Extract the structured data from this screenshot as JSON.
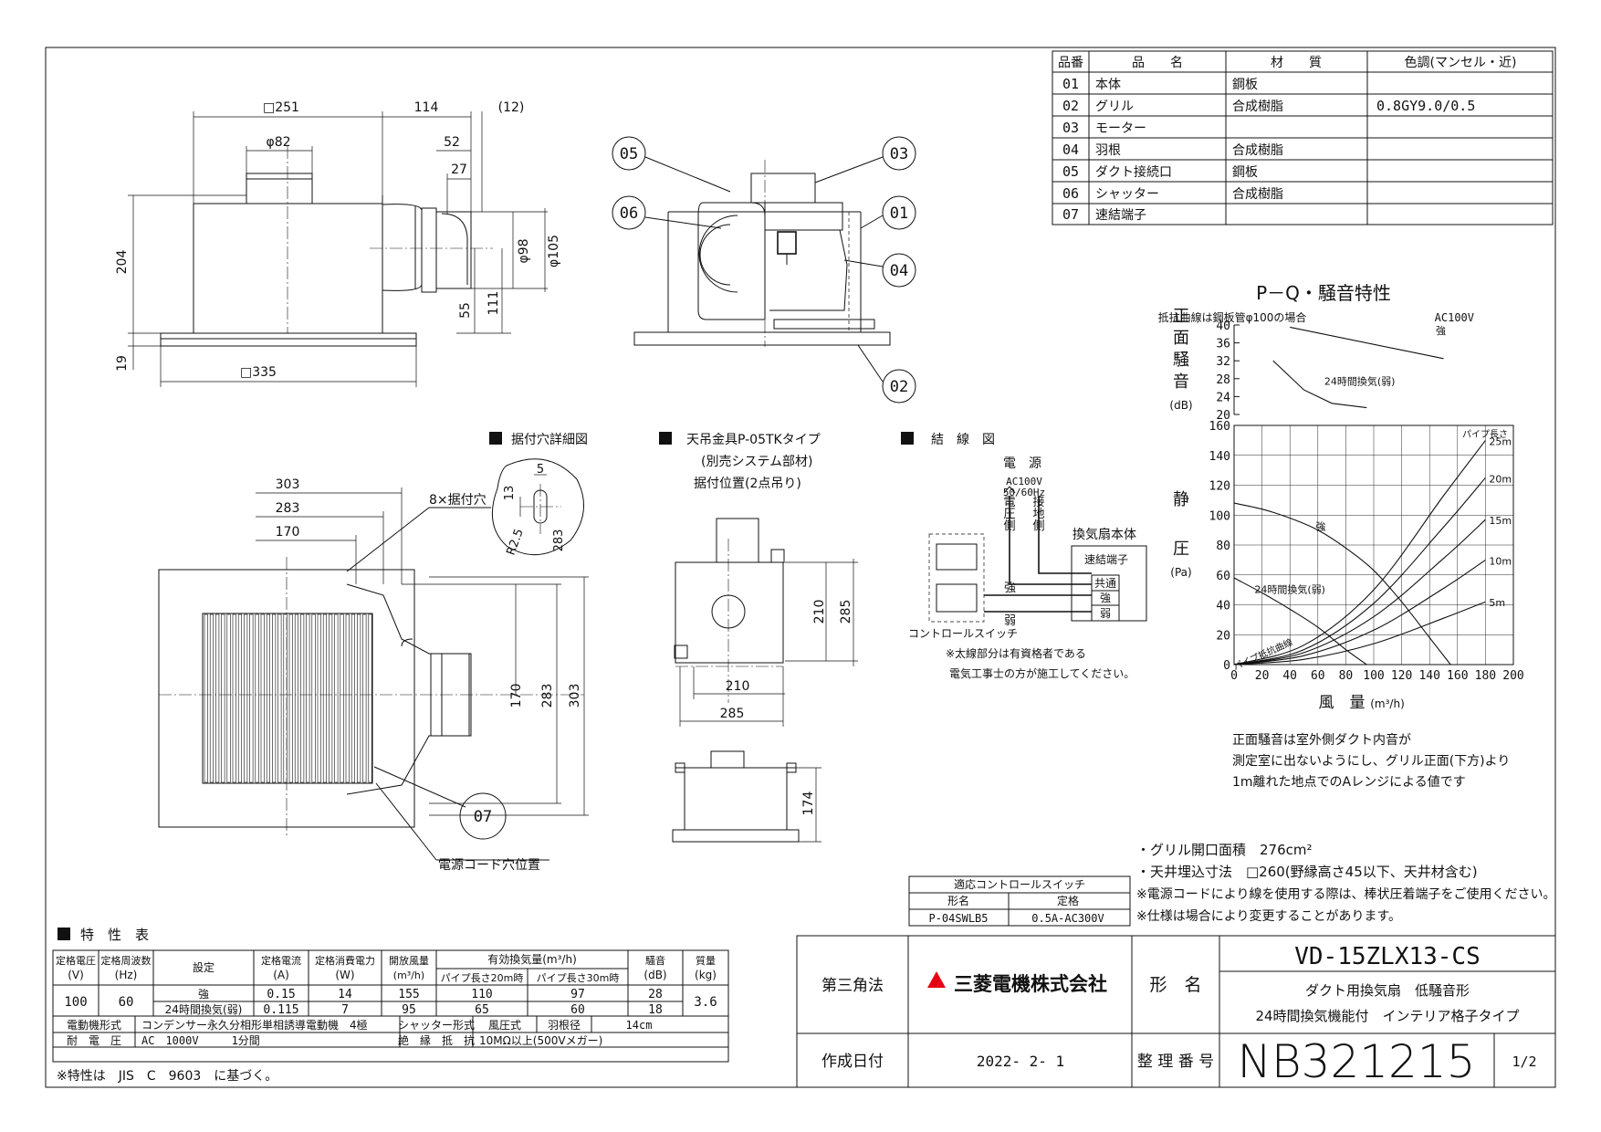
{
  "parts_table": {
    "headers": [
      "品番",
      "品　　名",
      "材　　質",
      "色調(マンセル・近)"
    ],
    "rows": [
      [
        "01",
        "本体",
        "鋼板",
        ""
      ],
      [
        "02",
        "グリル",
        "合成樹脂",
        "0.8GY9.0/0.5"
      ],
      [
        "03",
        "モーター",
        "",
        ""
      ],
      [
        "04",
        "羽根",
        "合成樹脂",
        ""
      ],
      [
        "05",
        "ダクト接続口",
        "鋼板",
        ""
      ],
      [
        "06",
        "シャッター",
        "合成樹脂",
        ""
      ],
      [
        "07",
        "速結端子",
        "",
        ""
      ]
    ]
  },
  "front_view": {
    "dims": [
      "□251",
      "114",
      "(12)",
      "φ82",
      "52",
      "27",
      "φ98",
      "φ105",
      "204",
      "55",
      "111",
      "19",
      "□335"
    ]
  },
  "section_view": {
    "callouts": [
      "05",
      "06",
      "03",
      "01",
      "04",
      "02"
    ]
  },
  "plan_view": {
    "dims": [
      "303",
      "283",
      "170",
      "170",
      "283",
      "303"
    ],
    "labels": [
      "8×据付穴",
      "電源コード穴位置"
    ],
    "callout": "07"
  },
  "mount_hole_detail": {
    "title": "据付穴詳細図",
    "dims": [
      "5",
      "13",
      "R2.5",
      "283"
    ]
  },
  "hanger": {
    "title": "天吊金具P-05TKタイプ",
    "subtitle": "(別売システム部材)",
    "note": "据付位置(2点吊り)",
    "dims": [
      "210",
      "285",
      "210",
      "285",
      "174"
    ]
  },
  "wiring": {
    "title": "結　線　図",
    "power": "電　源",
    "spec1": "AC100V",
    "spec2": "50/60Hz",
    "voltage_side": "電圧側",
    "ground_side": "接地側",
    "fan_body": "換気扇本体",
    "terminal": "速結端子",
    "common": "共通",
    "strong": "強",
    "weak": "弱",
    "strong_line": "強",
    "weak_line": "弱",
    "switch": "コントロールスイッチ",
    "note1": "※太線部分は有資格者である",
    "note2": "電気工事士の方が施工してください。"
  },
  "chart_titles": {
    "pq": "P－Q・騒音特性",
    "curve_note": "抵抗曲線は鋼板管φ100の場合",
    "ac": "AC100V",
    "noise_ylabel": [
      "正",
      "面",
      "騒",
      "音"
    ],
    "noise_unit": "(dB)",
    "sp_ylabel": [
      "静",
      "圧"
    ],
    "sp_unit": "(Pa)",
    "xlabel": "風　量",
    "xunit": "(m³/h)",
    "pipe_len": "パイプ長さ",
    "pipe_curve": "パイプ抵抗曲線"
  },
  "chart_data": [
    {
      "type": "line",
      "title": "P－Q・騒音特性",
      "ylabel": "正面騒音 (dB)",
      "ylim": [
        20,
        40
      ],
      "yticks": [
        20,
        24,
        28,
        32,
        36,
        40
      ],
      "xlim": [
        0,
        200
      ],
      "grid": false,
      "series": [
        {
          "name": "強",
          "x": [
            40,
            150
          ],
          "y": [
            39.5,
            32.5
          ]
        },
        {
          "name": "24時間換気(弱)",
          "x": [
            28,
            50,
            70,
            95
          ],
          "y": [
            32,
            25.5,
            22.5,
            21.5
          ]
        }
      ]
    },
    {
      "type": "line",
      "ylabel": "静圧 (Pa)",
      "xlabel": "風量 (m³/h)",
      "xlim": [
        0,
        200
      ],
      "ylim": [
        0,
        160
      ],
      "xticks": [
        0,
        20,
        40,
        60,
        80,
        100,
        120,
        140,
        160,
        180,
        200
      ],
      "yticks": [
        0,
        20,
        40,
        60,
        80,
        100,
        120,
        140,
        160
      ],
      "grid": true,
      "series": [
        {
          "name": "強",
          "x": [
            0,
            20,
            40,
            60,
            80,
            100,
            120,
            140,
            155
          ],
          "y": [
            108,
            104,
            98,
            90,
            78,
            63,
            42,
            18,
            0
          ]
        },
        {
          "name": "24時間換気(弱)",
          "x": [
            0,
            20,
            40,
            60,
            80,
            95
          ],
          "y": [
            58,
            48,
            37,
            25,
            10,
            0
          ]
        },
        {
          "name": "25m",
          "x": [
            0,
            50,
            100,
            150,
            180
          ],
          "y": [
            0,
            13,
            50,
            113,
            150
          ]
        },
        {
          "name": "20m",
          "x": [
            0,
            50,
            100,
            150,
            180
          ],
          "y": [
            0,
            10,
            41,
            92,
            125
          ]
        },
        {
          "name": "15m",
          "x": [
            0,
            50,
            100,
            150,
            180
          ],
          "y": [
            0,
            8,
            32,
            71,
            97
          ]
        },
        {
          "name": "10m",
          "x": [
            0,
            50,
            100,
            150,
            180
          ],
          "y": [
            0,
            6,
            23,
            51,
            70
          ]
        },
        {
          "name": "5m",
          "x": [
            0,
            50,
            100,
            150,
            180
          ],
          "y": [
            0,
            3.5,
            14,
            31,
            42
          ]
        }
      ]
    }
  ],
  "noise_note": [
    "正面騒音は室外側ダクト内音が",
    "測定室に出ないようにし、グリル正面(下方)より",
    "1m離れた地点でのAレンジによる値です"
  ],
  "spec_notes": [
    "・グリル開口面積　276cm²",
    "・天井埋込寸法　□260(野縁高さ45以下、天井材含む)",
    "※電源コードにより線を使用する際は、棒状圧着端子をご使用ください。",
    "※仕様は場合により変更することがあります。"
  ],
  "switch_table": {
    "title": "適応コントロールスイッチ",
    "col1": "形名",
    "col2": "定格",
    "model": "P-04SWLB5",
    "rating": "0.5A-AC300V"
  },
  "char_table": {
    "title": "特　性　表",
    "h_voltage": "定格電圧",
    "u_voltage": "(V)",
    "h_freq": "定格周波数",
    "u_freq": "(Hz)",
    "h_setting": "設定",
    "h_current": "定格電流",
    "u_current": "(A)",
    "h_power": "定格消費電力",
    "u_power": "(W)",
    "h_open": "開放風量",
    "u_open": "(m³/h)",
    "h_eff": "有効換気量(m³/h)",
    "h_p20": "パイプ長さ20m時",
    "h_p30": "パイプ長さ30m時",
    "h_noise": "騒音",
    "u_noise": "(dB)",
    "h_mass": "質量",
    "u_mass": "(kg)",
    "voltage": "100",
    "freq": "60",
    "mass": "3.6",
    "rows": [
      {
        "setting": "強",
        "current": "0.15",
        "power": "14",
        "open": "155",
        "p20": "110",
        "p30": "97",
        "noise": "28"
      },
      {
        "setting": "24時間換気(弱)",
        "current": "0.115",
        "power": "7",
        "open": "95",
        "p20": "65",
        "p30": "60",
        "noise": "18"
      }
    ],
    "motor_label": "電動機形式",
    "motor_value": "コンデンサー永久分相形単相誘導電動機　4極",
    "shutter_label": "シャッター形式",
    "shutter_value": "風圧式",
    "blade_label": "羽根径",
    "blade_value": "14cm",
    "withstand_label": "耐　電　圧",
    "withstand_value": "AC　1000V　　　1分間",
    "insulation_label": "絶　縁　抵　抗",
    "insulation_value": "10MΩ以上(500Vメガー)",
    "footnote": "※特性は　JIS　C　9603　に基づく。"
  },
  "title_block": {
    "projection": "第三角法",
    "company": "三菱電機株式会社",
    "model_label": "形　名",
    "model": "VD-15ZLX13-CS",
    "desc1": "ダクト用換気扇　低騒音形",
    "desc2": "24時間換気機能付　インテリア格子タイプ",
    "date_label": "作成日付",
    "date": "2022- 2- 1",
    "number_label": "整 理 番 号",
    "number": "NB321215",
    "page": "1/2",
    "brand_color": "#e60012"
  }
}
